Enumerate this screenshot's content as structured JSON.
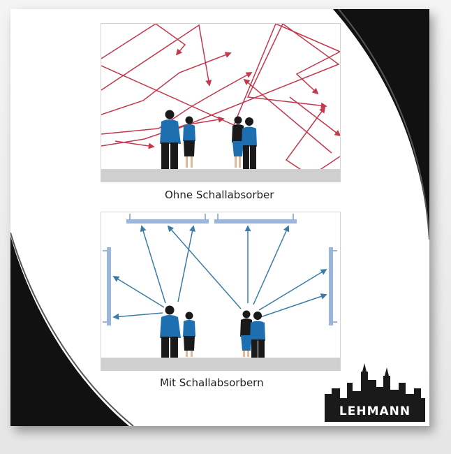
{
  "captions": {
    "top": "Ohne Schallabsorber",
    "bottom": "Mit Schallabsorbern"
  },
  "logo": {
    "text": "LEHMANN"
  },
  "colors": {
    "reflection_arrow": "#c2384c",
    "absorbed_arrow": "#3a7ca5",
    "absorber_panel": "#9bb6dc",
    "floor": "#cfcfcf",
    "shirt": "#1d6fb0",
    "trousers": "#1a1a1a",
    "background_swoosh": "#111111"
  }
}
